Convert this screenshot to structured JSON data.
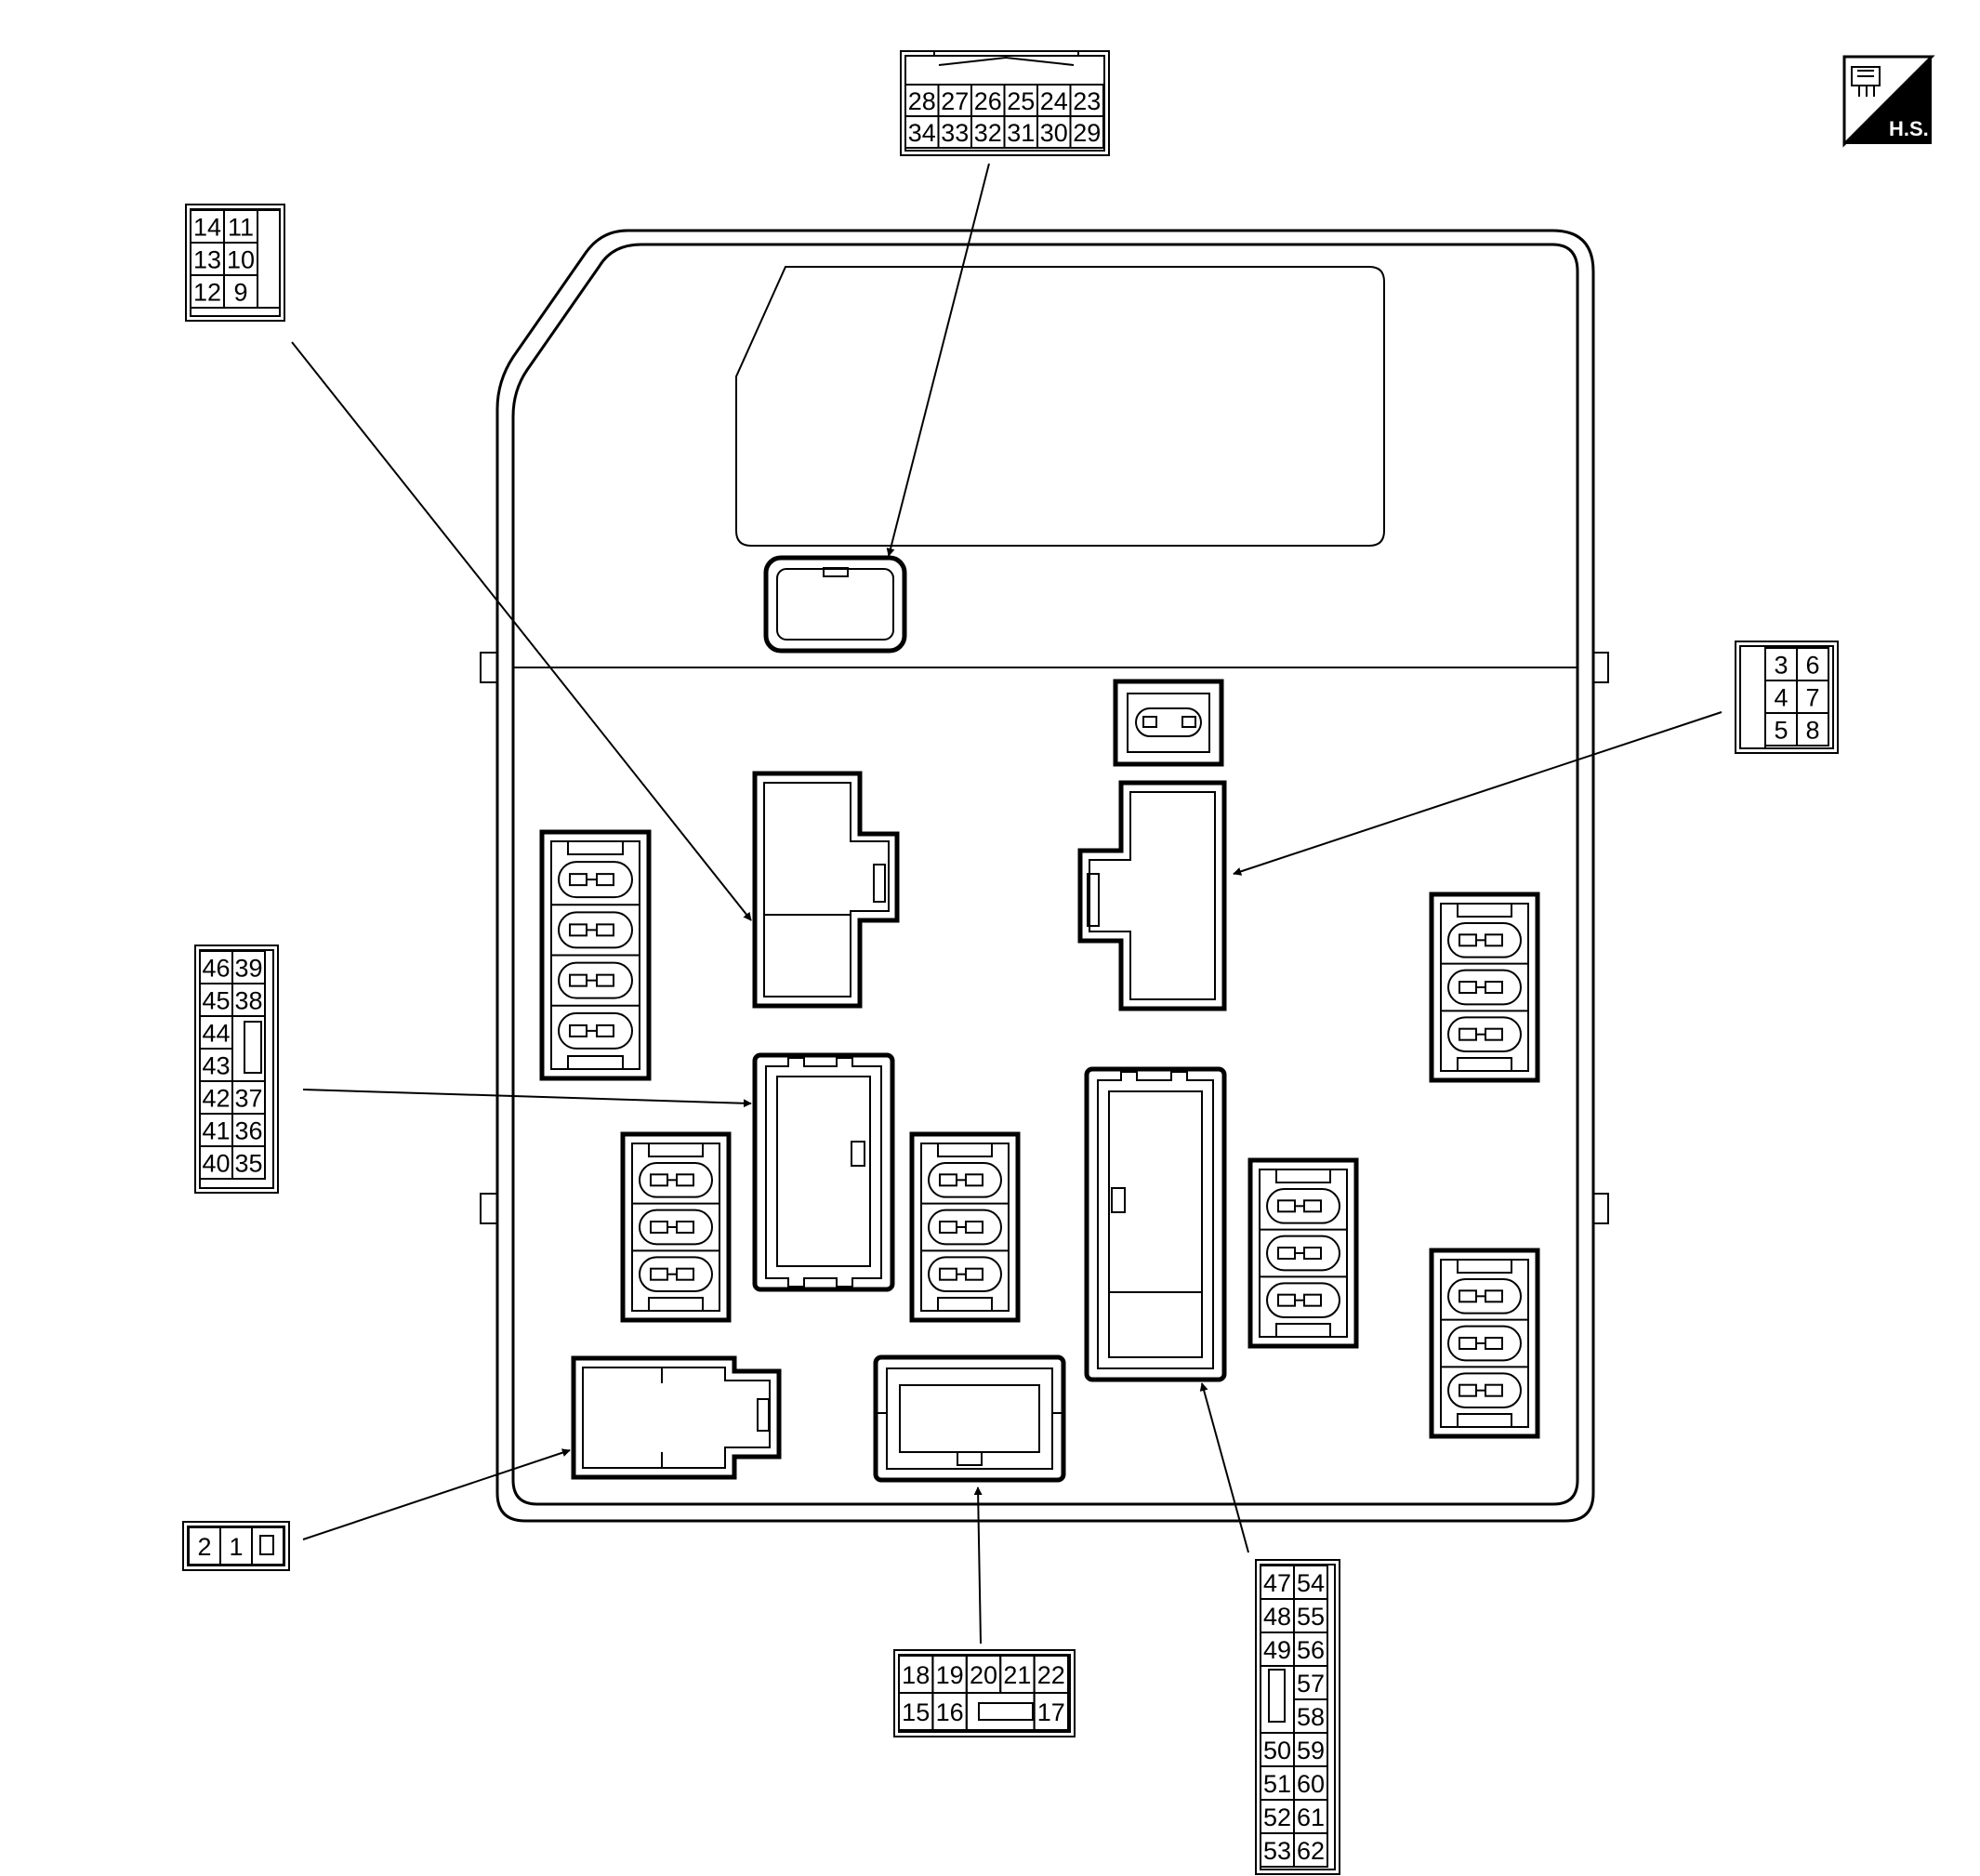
{
  "badge": {
    "label": "H.S.",
    "icon": "wiring-connector-icon"
  },
  "connectors": {
    "top": {
      "rows": [
        [
          "28",
          "27",
          "26",
          "25",
          "24",
          "23"
        ],
        [
          "34",
          "33",
          "32",
          "31",
          "30",
          "29"
        ]
      ]
    },
    "upper_left": {
      "rows": [
        [
          "14",
          "11"
        ],
        [
          "13",
          "10"
        ],
        [
          "12",
          "9"
        ]
      ]
    },
    "right_small": {
      "rows": [
        [
          "3",
          "6"
        ],
        [
          "4",
          "7"
        ],
        [
          "5",
          "8"
        ]
      ]
    },
    "left_mid": {
      "left": [
        "46",
        "45",
        "44",
        "43",
        "42",
        "41",
        "40"
      ],
      "right": [
        "39",
        "38",
        "37",
        "36",
        "35"
      ]
    },
    "bottom_left": {
      "cells": [
        "2",
        "1"
      ]
    },
    "bottom_center": {
      "top": [
        "18",
        "19",
        "20",
        "21",
        "22"
      ],
      "bottom": [
        "15",
        "16",
        "17"
      ]
    },
    "bottom_right": {
      "left": [
        "47",
        "48",
        "49",
        "50",
        "51",
        "52",
        "53"
      ],
      "right": [
        "54",
        "55",
        "56",
        "57",
        "58",
        "59",
        "60",
        "61",
        "62"
      ]
    }
  }
}
